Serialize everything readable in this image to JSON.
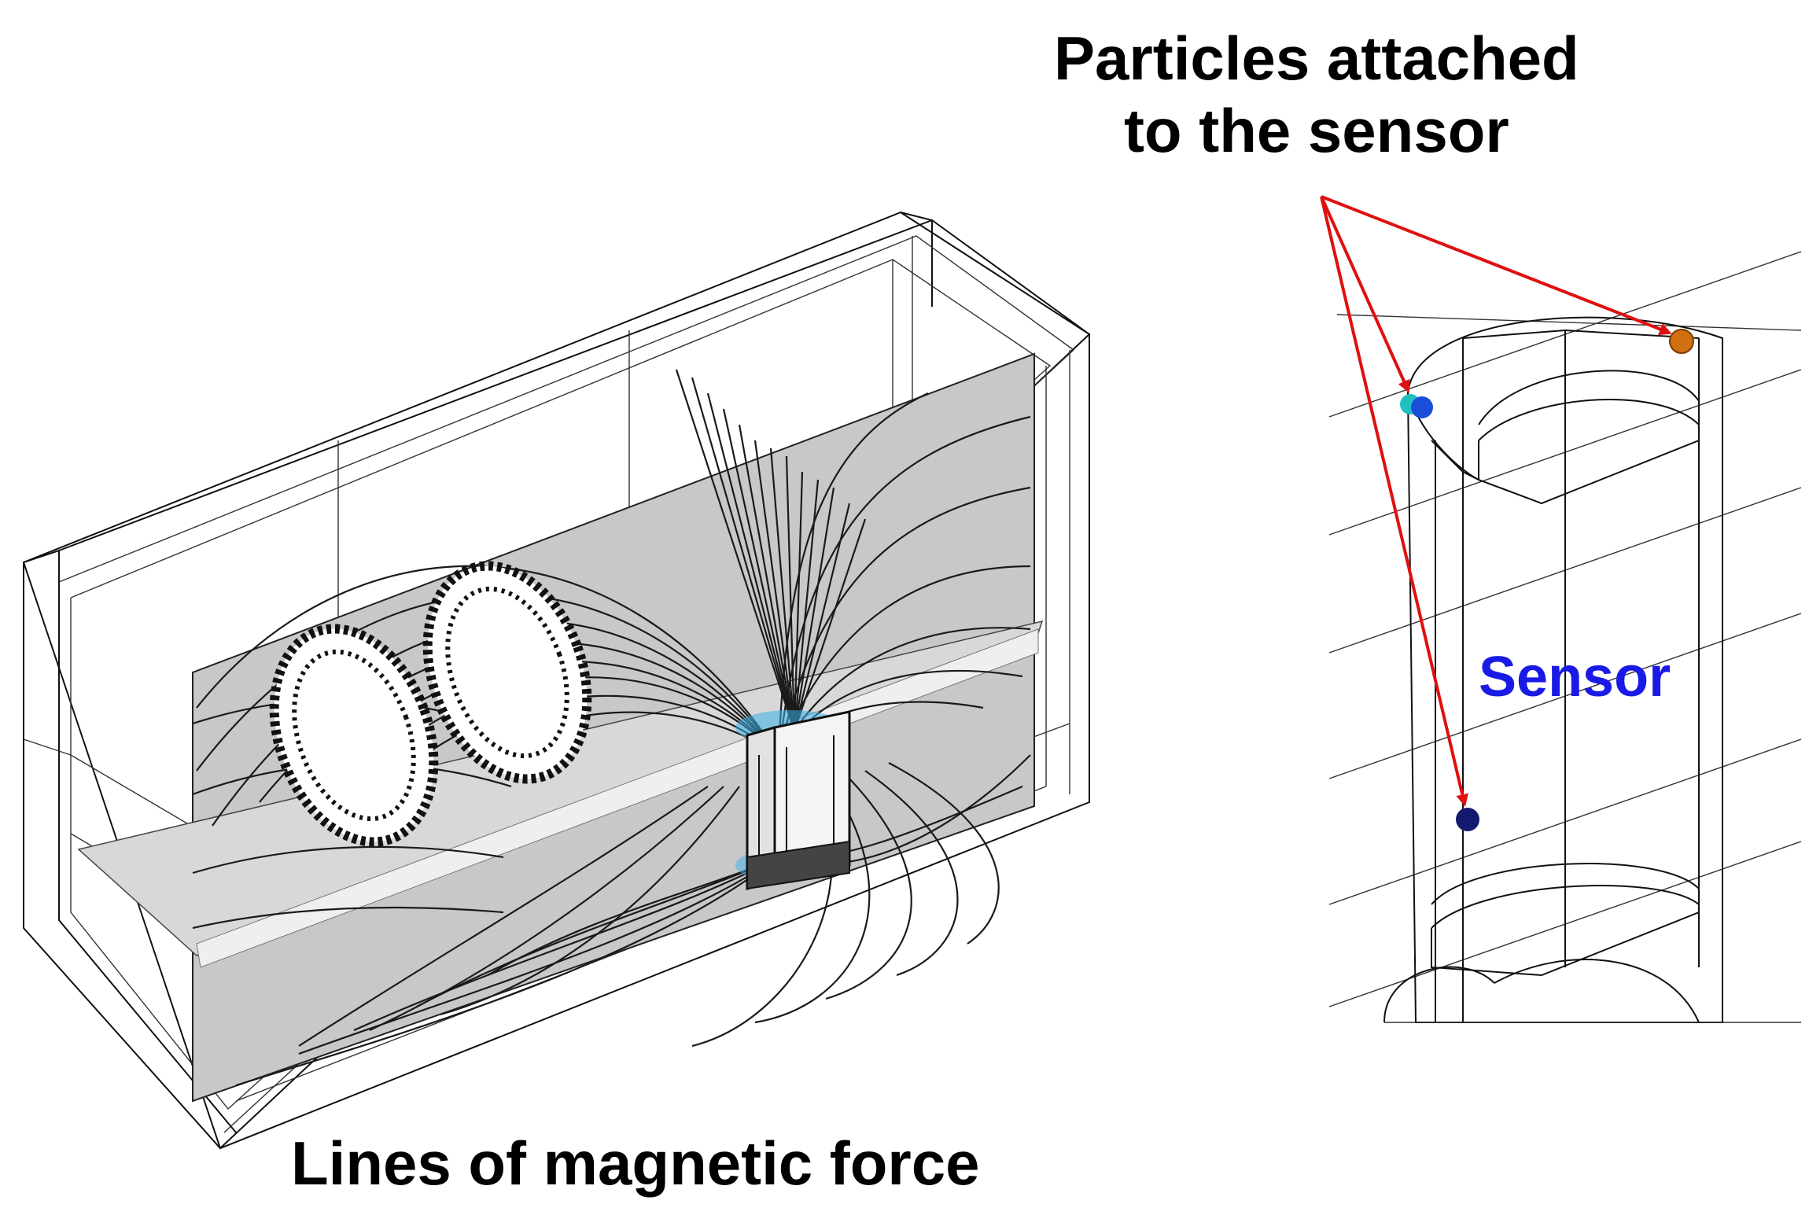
{
  "figure": {
    "left_panel": {
      "caption": "Lines of magnetic force"
    },
    "right_panel": {
      "callout": [
        "Particles attached",
        "to the sensor"
      ],
      "sensor_label": "Sensor"
    }
  },
  "colors": {
    "arrow": "#e01010",
    "sensor_label": "#1a1ae6",
    "plane_fill": "#c8c8c8",
    "particle_blue": "#1a4ed8",
    "particle_cyan": "#20c0c0",
    "particle_orange": "#d07010",
    "particle_navy": "#141a70"
  }
}
